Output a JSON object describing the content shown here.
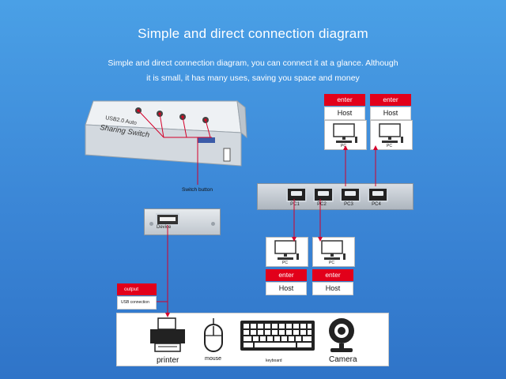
{
  "title": "Simple and direct connection diagram",
  "subtitle": {
    "line1": "Simple and direct connection diagram, you can connect it at a glance. Although",
    "line2": "it is small, it has many uses, saving you space and money"
  },
  "switch": {
    "brand_line1": "USB2.0 Auto",
    "brand_line2": "Sharing Switch",
    "button_label": "Switch button"
  },
  "ports": [
    {
      "label": "PC1"
    },
    {
      "label": "PC2"
    },
    {
      "label": "PC3"
    },
    {
      "label": "PC4"
    }
  ],
  "device_port_label": "Device",
  "hosts_top": [
    {
      "tag": "enter",
      "name": "Host",
      "pc": "PC"
    },
    {
      "tag": "enter",
      "name": "Host",
      "pc": "PC"
    }
  ],
  "hosts_bottom": [
    {
      "tag": "enter",
      "name": "Host",
      "pc": "PC"
    },
    {
      "tag": "enter",
      "name": "Host",
      "pc": "PC"
    }
  ],
  "output": {
    "tag": "output",
    "description": "USB connection"
  },
  "peripherals": {
    "printer": "printer",
    "mouse": "mouse",
    "keyboard": "keyboard",
    "camera": "Camera"
  },
  "colors": {
    "background_top": "#4aa0e6",
    "background_bottom": "#2f74c8",
    "accent_red": "#e2001a",
    "line_red": "#d4002a"
  }
}
